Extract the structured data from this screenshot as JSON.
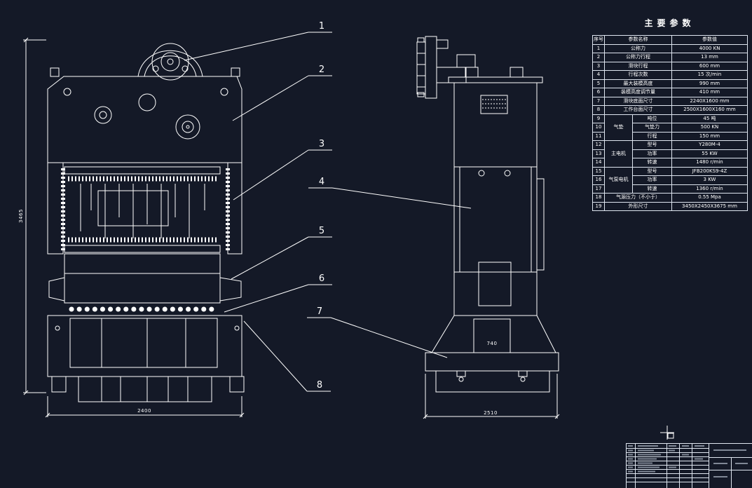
{
  "table": {
    "title": "主要参数",
    "header": [
      "序号",
      "参数名称",
      "参数值"
    ],
    "rows": [
      [
        {
          "t": "序号"
        },
        {
          "t": "参数名称",
          "cs": 2
        },
        {
          "t": "参数值"
        }
      ],
      [
        {
          "t": "1"
        },
        {
          "t": "公称力",
          "cs": 2
        },
        {
          "t": "4000 KN"
        }
      ],
      [
        {
          "t": "2"
        },
        {
          "t": "公称力行程",
          "cs": 2
        },
        {
          "t": "13 mm"
        }
      ],
      [
        {
          "t": "3"
        },
        {
          "t": "滑块行程",
          "cs": 2
        },
        {
          "t": "600 mm"
        }
      ],
      [
        {
          "t": "4"
        },
        {
          "t": "行程次数",
          "cs": 2
        },
        {
          "t": "15 次/min"
        }
      ],
      [
        {
          "t": "5"
        },
        {
          "t": "最大装模高度",
          "cs": 2
        },
        {
          "t": "990 mm"
        }
      ],
      [
        {
          "t": "6"
        },
        {
          "t": "装模高度调节量",
          "cs": 2
        },
        {
          "t": "410 mm"
        }
      ],
      [
        {
          "t": "7"
        },
        {
          "t": "滑块底面尺寸",
          "cs": 2
        },
        {
          "t": "2240X1600 mm"
        }
      ],
      [
        {
          "t": "8"
        },
        {
          "t": "工作台面尺寸",
          "cs": 2
        },
        {
          "t": "2500X1600X160 mm"
        }
      ],
      [
        {
          "t": "9"
        },
        {
          "t": "气垫",
          "rs": 3
        },
        {
          "t": "吨位"
        },
        {
          "t": "45 吨"
        }
      ],
      [
        {
          "t": "10"
        },
        {
          "t": "气垫力"
        },
        {
          "t": "500 KN"
        }
      ],
      [
        {
          "t": "11"
        },
        {
          "t": "行程"
        },
        {
          "t": "150 mm"
        }
      ],
      [
        {
          "t": "12"
        },
        {
          "t": "主电机",
          "rs": 3
        },
        {
          "t": "型号"
        },
        {
          "t": "Y280M-4"
        }
      ],
      [
        {
          "t": "13"
        },
        {
          "t": "功率"
        },
        {
          "t": "55 KW"
        }
      ],
      [
        {
          "t": "14"
        },
        {
          "t": "转速"
        },
        {
          "t": "1480 r/min"
        }
      ],
      [
        {
          "t": "15"
        },
        {
          "t": "气泵电机",
          "rs": 3
        },
        {
          "t": "型号"
        },
        {
          "t": "JFB200KS9-4Z"
        }
      ],
      [
        {
          "t": "16"
        },
        {
          "t": "功率"
        },
        {
          "t": "3 KW"
        }
      ],
      [
        {
          "t": "17"
        },
        {
          "t": "转速"
        },
        {
          "t": "1360 r/min"
        }
      ],
      [
        {
          "t": "18"
        },
        {
          "t": "气源压力（不小于）",
          "cs": 2
        },
        {
          "t": "0.55 Mpa"
        }
      ],
      [
        {
          "t": "19"
        },
        {
          "t": "外形尺寸",
          "cs": 2
        },
        {
          "t": "3450X2450X3675 mm"
        }
      ]
    ]
  },
  "callouts": [
    "1",
    "2",
    "3",
    "4",
    "5",
    "6",
    "7",
    "8"
  ],
  "dimensions": {
    "front_height": "3465",
    "front_width": "2400",
    "side_width": "2510",
    "pedestal_inner": "740"
  },
  "colors": {
    "background": "#141927",
    "line": "#ffffff"
  }
}
